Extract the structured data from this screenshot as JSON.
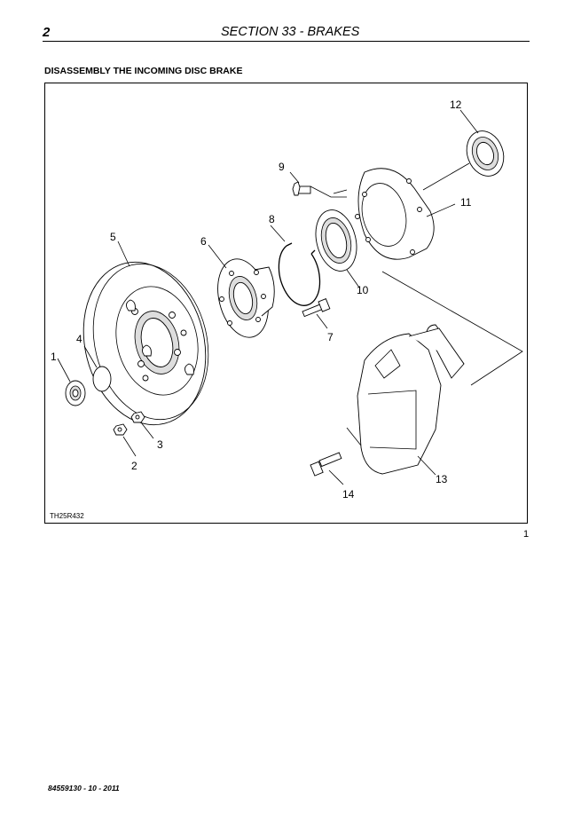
{
  "header": {
    "page_number": "2",
    "section_title": "SECTION 33 - BRAKES"
  },
  "section_heading": "DISASSEMBLY THE INCOMING DISC BRAKE",
  "figure": {
    "drawing_code": "TH25R432",
    "figure_number": "1",
    "callouts": [
      "1",
      "2",
      "3",
      "4",
      "5",
      "6",
      "7",
      "8",
      "9",
      "10",
      "11",
      "12",
      "13",
      "14"
    ],
    "parts": [
      {
        "callout": "1",
        "icon": "flange-nut-icon"
      },
      {
        "callout": "2",
        "icon": "nut-icon"
      },
      {
        "callout": "3",
        "icon": "nut-icon"
      },
      {
        "callout": "4",
        "icon": "cap-icon"
      },
      {
        "callout": "5",
        "icon": "brake-disc-icon"
      },
      {
        "callout": "6",
        "icon": "wheel-hub-icon"
      },
      {
        "callout": "7",
        "icon": "bolt-icon"
      },
      {
        "callout": "8",
        "icon": "circlip-icon"
      },
      {
        "callout": "9",
        "icon": "bolt-icon"
      },
      {
        "callout": "10",
        "icon": "seal-ring-icon"
      },
      {
        "callout": "11",
        "icon": "brake-caliper-bracket-icon"
      },
      {
        "callout": "12",
        "icon": "oil-seal-icon"
      },
      {
        "callout": "13",
        "icon": "brake-caliper-icon"
      },
      {
        "callout": "14",
        "icon": "bolt-icon"
      }
    ]
  },
  "footer": {
    "document_ref": "84559130 - 10 - 2011"
  }
}
